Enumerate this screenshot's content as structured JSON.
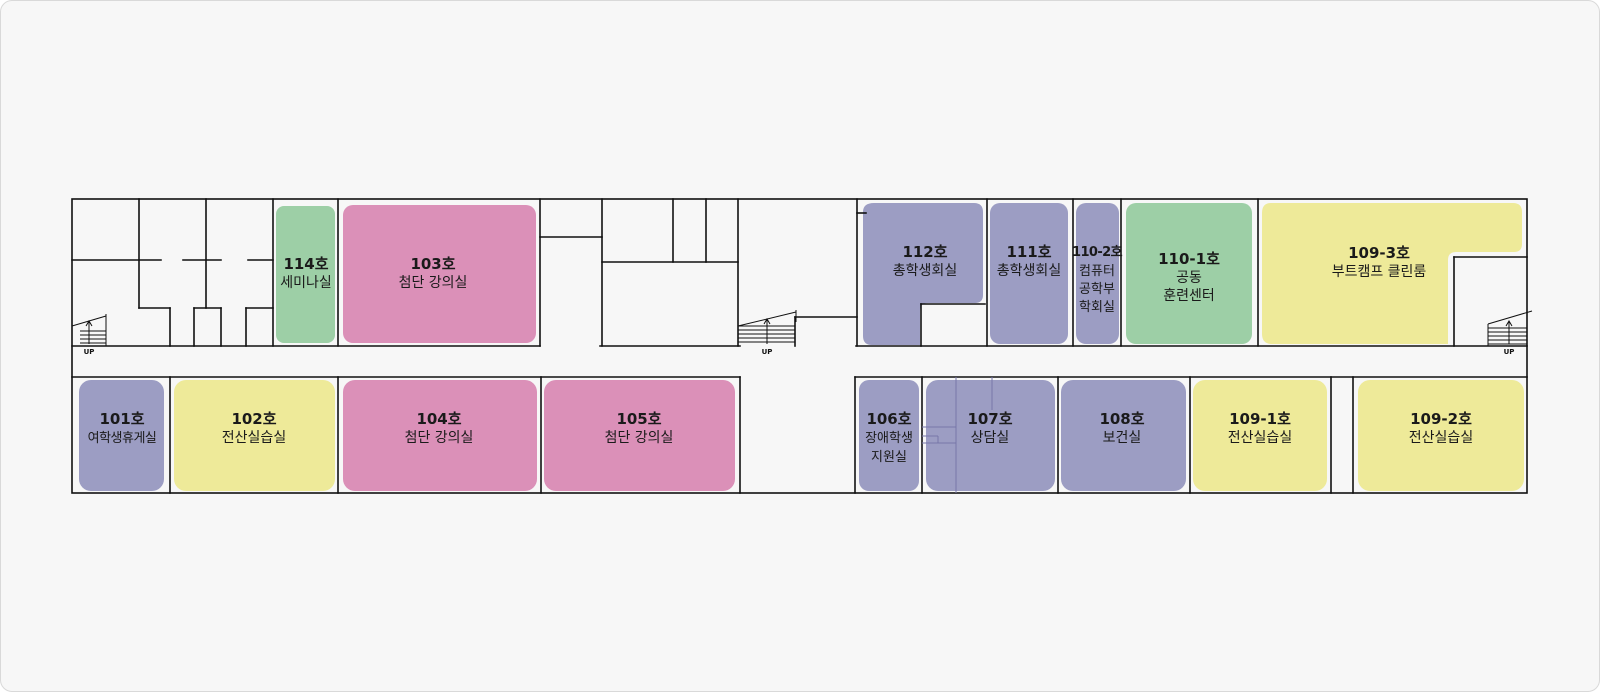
{
  "colors": {
    "purple": "#9c9dc3",
    "green": "#9dcfa6",
    "pink": "#db90b8",
    "yellow": "#eeea99",
    "wall": "#111111",
    "background": "#f7f7f7"
  },
  "rooms": {
    "r114": {
      "number": "114호",
      "name": [
        "세미나실"
      ]
    },
    "r103": {
      "number": "103호",
      "name": [
        "첨단 강의실"
      ]
    },
    "r112": {
      "number": "112호",
      "name": [
        "총학생회실"
      ]
    },
    "r111": {
      "number": "111호",
      "name": [
        "총학생회실"
      ]
    },
    "r110_2": {
      "number": "110-2호",
      "name": [
        "컴퓨터",
        "공학부",
        "학회실"
      ]
    },
    "r110_1": {
      "number": "110-1호",
      "name": [
        "공동",
        "훈련센터"
      ]
    },
    "r109_3": {
      "number": "109-3호",
      "name": [
        "부트캠프 클린룸"
      ]
    },
    "r101": {
      "number": "101호",
      "name": [
        "여학생휴게실"
      ]
    },
    "r102": {
      "number": "102호",
      "name": [
        "전산실습실"
      ]
    },
    "r104": {
      "number": "104호",
      "name": [
        "첨단 강의실"
      ]
    },
    "r105": {
      "number": "105호",
      "name": [
        "첨단 강의실"
      ]
    },
    "r106": {
      "number": "106호",
      "name": [
        "장애학생",
        "지원실"
      ]
    },
    "r107": {
      "number": "107호",
      "name": [
        "상담실"
      ]
    },
    "r108": {
      "number": "108호",
      "name": [
        "보건실"
      ]
    },
    "r109_1": {
      "number": "109-1호",
      "name": [
        "전산실습실"
      ]
    },
    "r109_2": {
      "number": "109-2호",
      "name": [
        "전산실습실"
      ]
    }
  },
  "stairs": {
    "west": {
      "label": "UP"
    },
    "center": {
      "label": "UP"
    },
    "east": {
      "label": "UP"
    }
  }
}
